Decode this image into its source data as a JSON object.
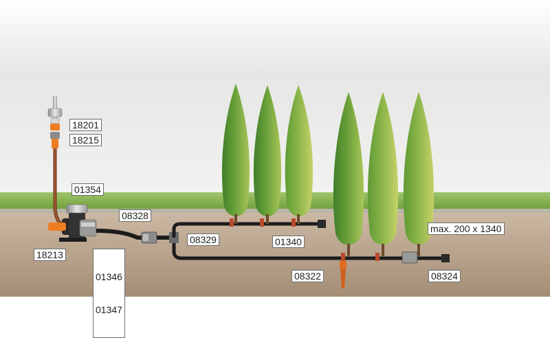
{
  "diagram": {
    "labels": {
      "l18201": "18201",
      "l18215": "18215",
      "l01354": "01354",
      "l18213": "18213",
      "l01346": "01346",
      "l01347": "01347",
      "l08328": "08328",
      "l08329": "08329",
      "l01340": "01340",
      "l08322": "08322",
      "l08324": "08324",
      "lmax": "max. 200 x 1340"
    },
    "colors": {
      "sky_top": "#e4e4e2",
      "sky_bottom": "#f8f8f6",
      "grass": "#7fb14a",
      "soil": "#b29c84",
      "pipe": "#1c1c1c",
      "supply_hose": "#8a4a2a",
      "connector_orange": "#ee7d22",
      "tree_dark": "#4f8e2e",
      "tree_light": "#b7cd5a"
    }
  }
}
